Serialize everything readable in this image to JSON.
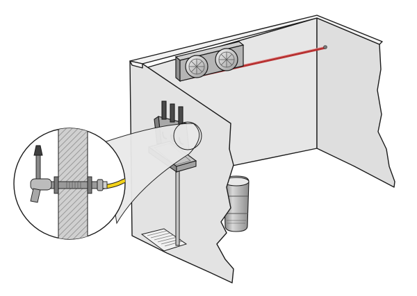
{
  "diagram": {
    "kind": "walk-in cooler draft beer tower illustration",
    "components": [
      "cooler-walls",
      "evaporator-unit",
      "evaporator-fan-left",
      "evaporator-fan-right",
      "beer-line",
      "draft-tower",
      "tap-handle-left",
      "tap-handle-middle",
      "tap-handle-right",
      "drip-tray",
      "drain-pipe",
      "floor-drain-grate",
      "beer-keg",
      "magnified-shank-detail",
      "faucet",
      "shank",
      "yellow-beer-hose"
    ],
    "colors": {
      "wall_fill": "#e3e3e3",
      "wall_stroke": "#1a1a1a",
      "beer_line": "#b83232",
      "hose": "#f2d21a",
      "metal": "#9a9a9a",
      "wall_hatch": "#8a8a8a"
    }
  }
}
